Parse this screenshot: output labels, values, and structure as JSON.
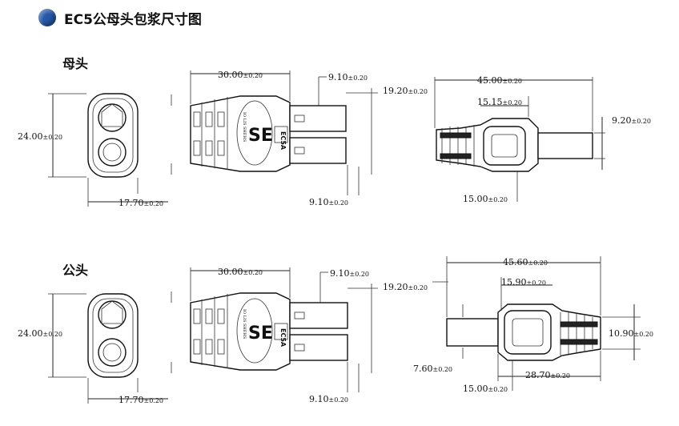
{
  "title": "EC5公母头包浆尺寸图",
  "sections": {
    "female": {
      "label": "母头",
      "front": {
        "height": "24.00",
        "width": "17.70"
      },
      "side": {
        "length": "30.00",
        "pin_top": "9.10",
        "right": "19.20",
        "pin_bottom": "9.10"
      },
      "top": {
        "length": "45.00",
        "head": "15.15",
        "height": "9.20",
        "bottom": "15.00"
      }
    },
    "male": {
      "label": "公头",
      "front": {
        "height": "24.00",
        "width": "17.70"
      },
      "side": {
        "length": "30.00",
        "pin_top": "9.10",
        "right": "19.20",
        "pin_bottom": "9.10"
      },
      "top": {
        "length": "45.60",
        "head": "15.90",
        "height": "10.90",
        "left": "7.60",
        "body": "28.70",
        "bottom": "15.00"
      }
    }
  },
  "tolerance": "±0.20",
  "marking": {
    "ec5": "EC5A",
    "brand": "SE",
    "small": "IO LIS SHEHS"
  },
  "icons": [
    "bullet-icon"
  ]
}
